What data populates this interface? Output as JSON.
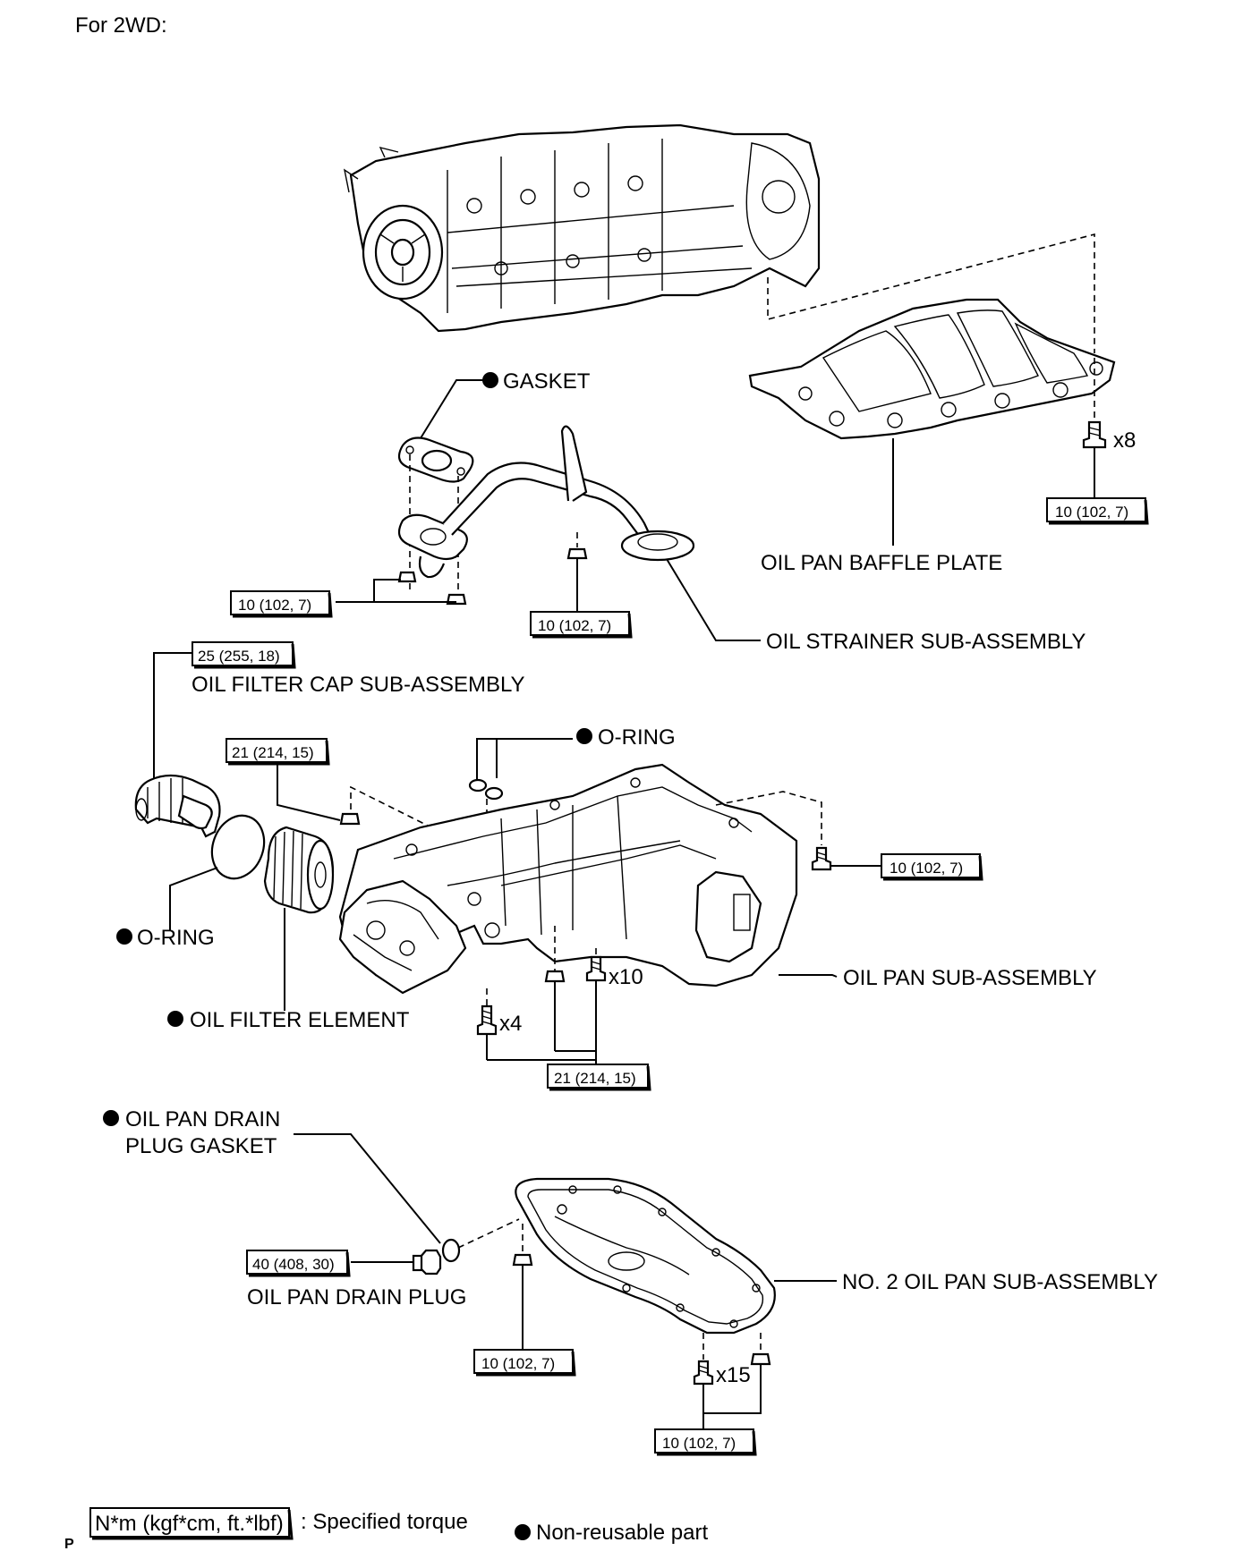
{
  "header": {
    "title": "For 2WD:"
  },
  "labels": {
    "gasket": "GASKET",
    "oil_pan_baffle_plate": "OIL PAN BAFFLE PLATE",
    "oil_strainer": "OIL STRAINER SUB-ASSEMBLY",
    "oil_filter_cap": "OIL FILTER CAP SUB-ASSEMBLY",
    "o_ring_top": "O-RING",
    "o_ring_left": "O-RING",
    "oil_filter_element": "OIL FILTER ELEMENT",
    "oil_pan_sub_assembly": "OIL PAN SUB-ASSEMBLY",
    "drain_plug_gasket_line1": "OIL PAN DRAIN",
    "drain_plug_gasket_line2": "PLUG GASKET",
    "oil_pan_drain_plug": "OIL PAN DRAIN PLUG",
    "no2_oil_pan": "NO. 2 OIL PAN SUB-ASSEMBLY"
  },
  "counts": {
    "baffle_bolts": "x8",
    "pan_bolts_x10": "x10",
    "pan_bolts_x4": "x4",
    "no2_pan_bolts": "x15"
  },
  "torques": {
    "baffle_bolt": "10 (102, 7)",
    "strainer_nuts": "10 (102, 7)",
    "strainer_nut_center": "10 (102, 7)",
    "filter_cap": "25 (255, 18)",
    "pan_nut_left": "21 (214, 15)",
    "pan_bolt_right": "10 (102, 7)",
    "pan_bolts_bottom": "21 (214, 15)",
    "drain_plug": "40 (408, 30)",
    "no2_pan_nut": "10 (102, 7)",
    "no2_pan_bolts": "10 (102, 7)"
  },
  "legend": {
    "torque_box": "N*m (kgf*cm, ft.*lbf)",
    "torque_text": ": Specified torque",
    "non_reusable": "Non-reusable part"
  },
  "footer": {
    "code": "P"
  }
}
